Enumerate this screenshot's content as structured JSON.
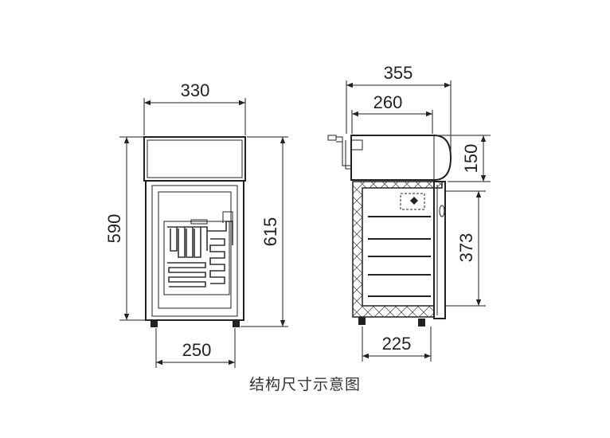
{
  "dimensions": {
    "front_top_width": "330",
    "front_overall_height": "590",
    "front_body_height": "615",
    "front_base_width": "250",
    "side_overall_depth": "355",
    "side_top_depth": "260",
    "side_top_height": "150",
    "side_body_height": "373",
    "side_base_depth": "225"
  },
  "caption": "结构尺寸示意图"
}
